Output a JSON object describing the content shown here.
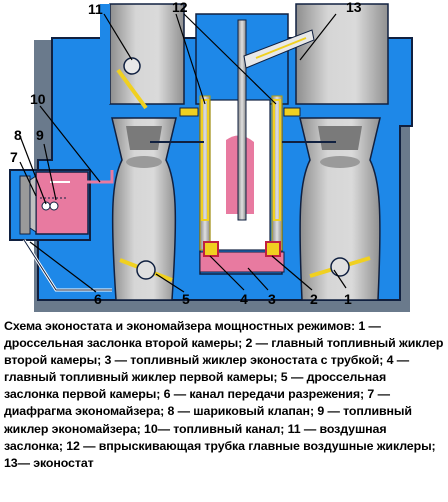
{
  "callouts": [
    "11",
    "12",
    "13",
    "10",
    "8",
    "9",
    "7",
    "6",
    "5",
    "4",
    "3",
    "2",
    "1"
  ],
  "caption": "Схема эконостата и экономайзера мощностных режимов: 1 — дроссельная заслонка второй камеры; 2 — главный топливный жиклер второй камеры; 3 — топливный жиклер эконостата с трубкой; 4 — главный топливный жиклер первой камеры; 5 — дроссельная заслонка первой камеры; 6 — канал передачи разрежения; 7 — диафрагма экономайзера; 8 — шариковый клапан; 9 — топливный жиклер экономайзера; 10— топливный канал; 11 — воздушная заслонка; 12 — впрыскивающая трубка главные воздушные жиклеры; 13— эконостат",
  "colors": {
    "body": "#1e88e8",
    "outline": "#102040",
    "bore": "#b8b8b8",
    "fuel": "#e87aa0",
    "jet": "#f0d020",
    "frame": "#6a7a8c"
  }
}
